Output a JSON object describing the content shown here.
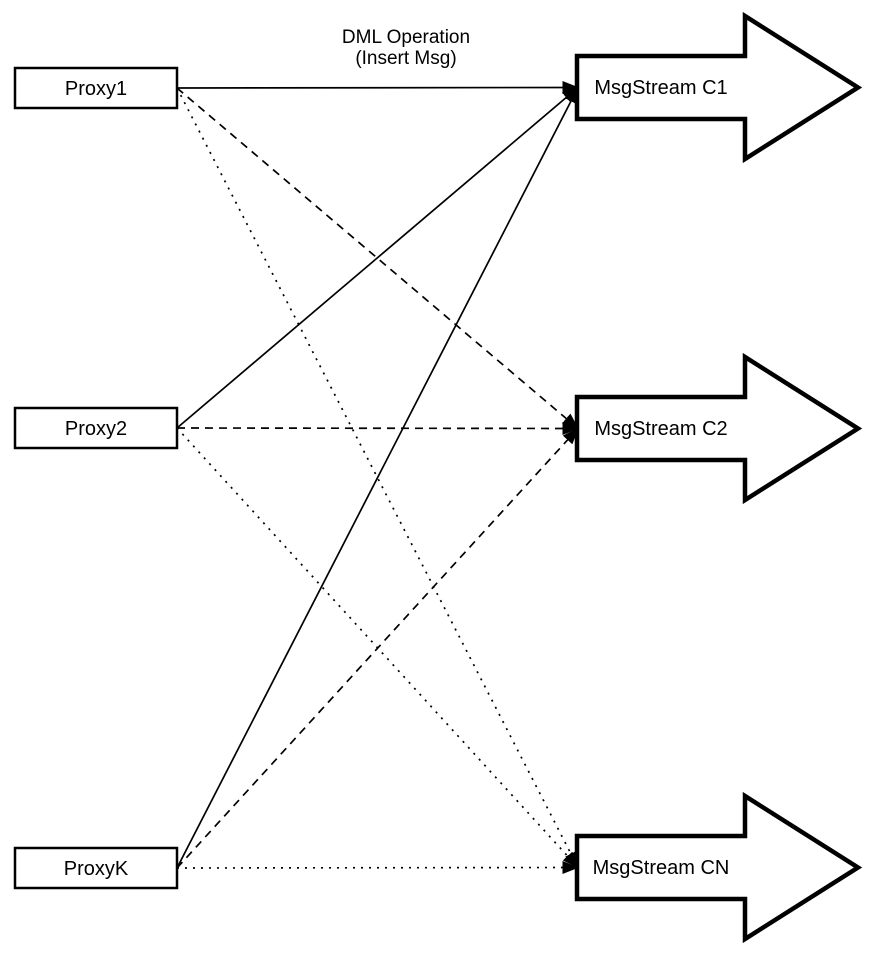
{
  "annotation": {
    "line1": "DML Operation",
    "line2": "(Insert Msg)"
  },
  "nodes": {
    "proxies": [
      {
        "id": "proxy1",
        "label": "Proxy1"
      },
      {
        "id": "proxy2",
        "label": "Proxy2"
      },
      {
        "id": "proxyk",
        "label": "ProxyK"
      }
    ],
    "streams": [
      {
        "id": "c1",
        "label": "MsgStream C1"
      },
      {
        "id": "c2",
        "label": "MsgStream C2"
      },
      {
        "id": "cn",
        "label": "MsgStream CN"
      }
    ]
  },
  "edges": [
    {
      "from": "proxy1",
      "to": "c1",
      "style": "solid"
    },
    {
      "from": "proxy2",
      "to": "c1",
      "style": "solid"
    },
    {
      "from": "proxyk",
      "to": "c1",
      "style": "solid"
    },
    {
      "from": "proxy1",
      "to": "c2",
      "style": "dashed"
    },
    {
      "from": "proxy2",
      "to": "c2",
      "style": "dashed"
    },
    {
      "from": "proxyk",
      "to": "c2",
      "style": "dashed"
    },
    {
      "from": "proxy1",
      "to": "cn",
      "style": "dotted"
    },
    {
      "from": "proxy2",
      "to": "cn",
      "style": "dotted"
    },
    {
      "from": "proxyk",
      "to": "cn",
      "style": "dotted"
    }
  ],
  "colors": {
    "stroke": "#000000",
    "fill": "#ffffff"
  }
}
